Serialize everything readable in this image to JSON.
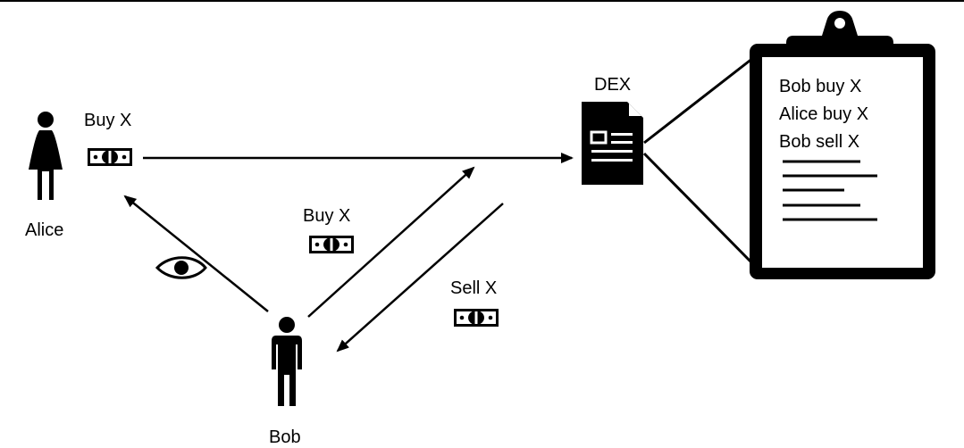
{
  "participants": {
    "alice": "Alice",
    "bob": "Bob",
    "dex": "DEX"
  },
  "transactions": {
    "alice_order": "Buy X",
    "bob_buy": "Buy X",
    "bob_sell": "Sell X"
  },
  "ledger": {
    "entries": [
      "Bob buy X",
      "Alice buy X",
      "Bob sell X"
    ],
    "placeholder_line_count": 5
  },
  "icons": {
    "person": "person-icon",
    "money": "banknote-icon",
    "eye": "eye-icon",
    "document": "document-icon",
    "clipboard": "clipboard-icon"
  },
  "colors": {
    "ink": "#000000",
    "background": "#ffffff"
  }
}
